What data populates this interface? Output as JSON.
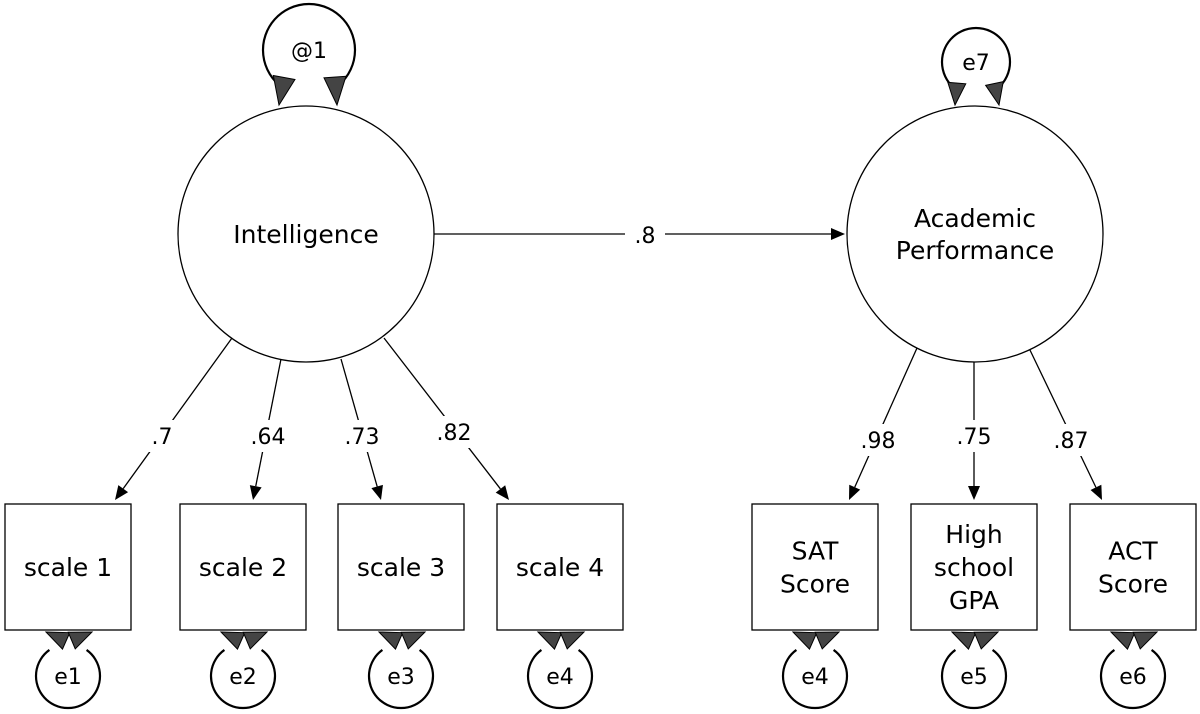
{
  "latent_nodes": [
    {
      "id": "intelligence",
      "lines": [
        "Intelligence"
      ],
      "variance_label": "@1"
    },
    {
      "id": "academic",
      "lines": [
        "Academic",
        "Performance"
      ],
      "variance_label": "e7"
    }
  ],
  "observed_nodes": [
    {
      "id": "scale1",
      "lines": [
        "scale 1"
      ],
      "error_label": "e1"
    },
    {
      "id": "scale2",
      "lines": [
        "scale 2"
      ],
      "error_label": "e2"
    },
    {
      "id": "scale3",
      "lines": [
        "scale 3"
      ],
      "error_label": "e3"
    },
    {
      "id": "scale4",
      "lines": [
        "scale 4"
      ],
      "error_label": "e4"
    },
    {
      "id": "sat",
      "lines": [
        "SAT",
        "Score"
      ],
      "error_label": "e4"
    },
    {
      "id": "gpa",
      "lines": [
        "High",
        "school",
        "GPA"
      ],
      "error_label": "e5"
    },
    {
      "id": "act",
      "lines": [
        "ACT",
        "Score"
      ],
      "error_label": "e6"
    }
  ],
  "paths": [
    {
      "from": "intelligence",
      "to": "academic",
      "label": ".8"
    },
    {
      "from": "intelligence",
      "to": "scale1",
      "label": ".7"
    },
    {
      "from": "intelligence",
      "to": "scale2",
      "label": ".64"
    },
    {
      "from": "intelligence",
      "to": "scale3",
      "label": ".73"
    },
    {
      "from": "intelligence",
      "to": "scale4",
      "label": ".82"
    },
    {
      "from": "academic",
      "to": "sat",
      "label": ".98"
    },
    {
      "from": "academic",
      "to": "gpa",
      "label": ".75"
    },
    {
      "from": "academic",
      "to": "act",
      "label": ".87"
    }
  ]
}
